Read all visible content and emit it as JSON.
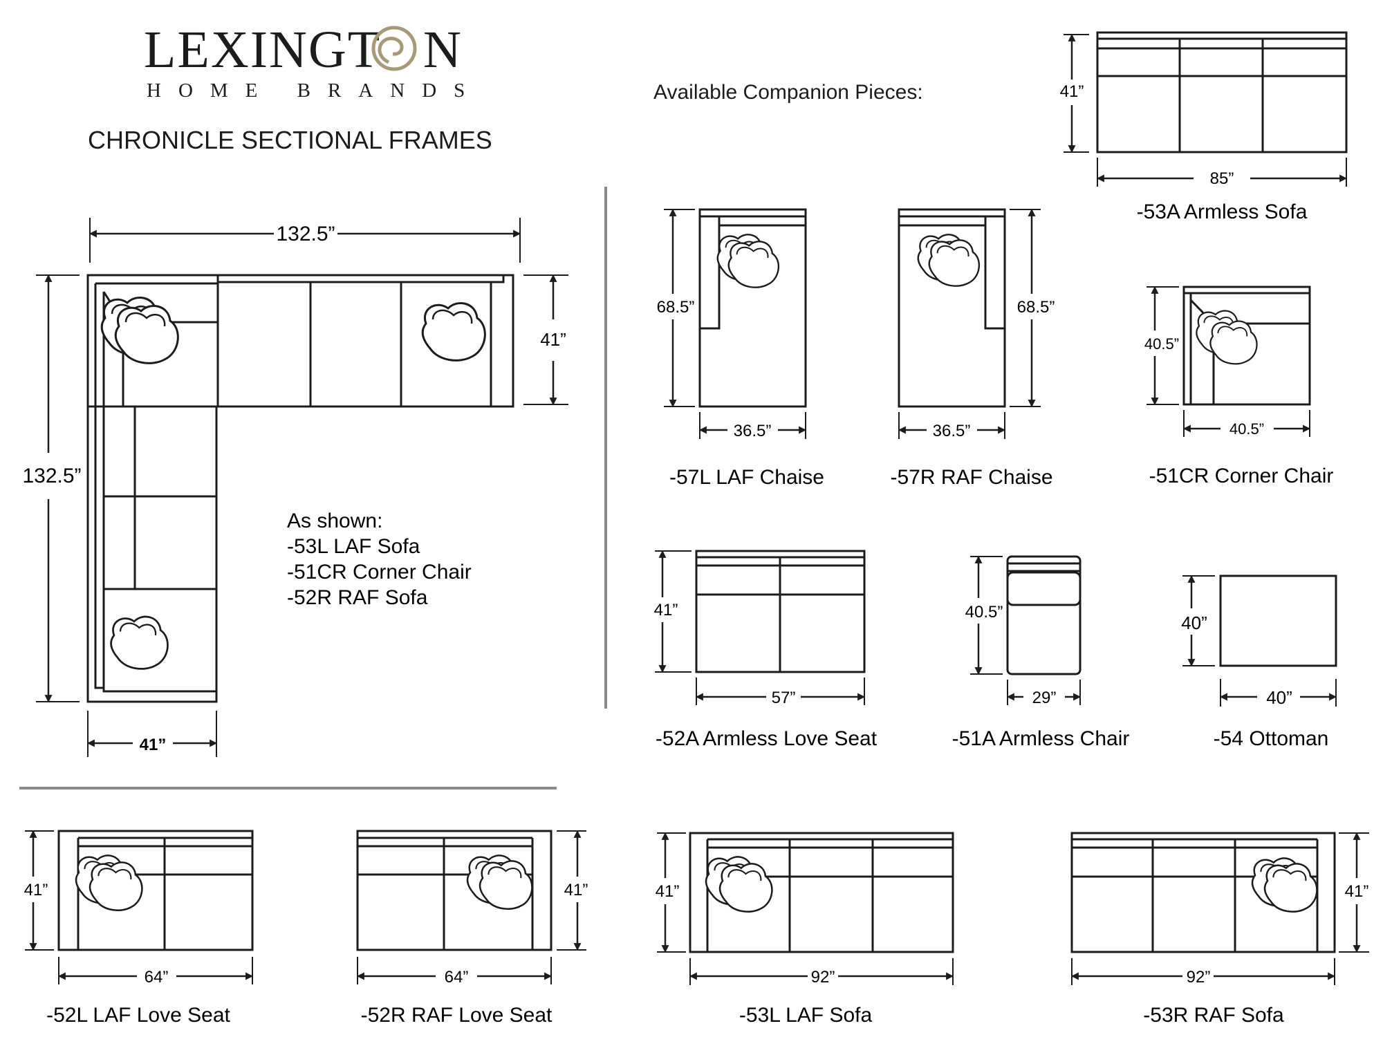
{
  "brand": {
    "logo_text_left": "LEXINGT",
    "logo_text_right": "N",
    "logo_subtitle": "HOME BRANDS",
    "accent_color": "#a99a76"
  },
  "title": "CHRONICLE SECTIONAL FRAMES",
  "companion_heading": "Available Companion Pieces:",
  "as_shown": {
    "heading": "As shown:",
    "items": [
      "-53L LAF Sofa",
      "-51CR Corner Chair",
      "-52R RAF Sofa"
    ]
  },
  "main_sectional": {
    "width_label": "132.5”",
    "depth_label": "132.5”",
    "sofa_depth_label": "41”",
    "arm_depth_label": "41”"
  },
  "pieces": [
    {
      "code": "53a",
      "name": "-53A Armless Sofa",
      "w": "85”",
      "h": "41”"
    },
    {
      "code": "57l",
      "name": "-57L LAF Chaise",
      "w": "36.5”",
      "h": "68.5”"
    },
    {
      "code": "57r",
      "name": "-57R RAF Chaise",
      "w": "36.5”",
      "h": "68.5”"
    },
    {
      "code": "51cr",
      "name": "-51CR Corner Chair",
      "w": "40.5”",
      "h": "40.5”"
    },
    {
      "code": "52a",
      "name": "-52A Armless Love Seat",
      "w": "57”",
      "h": "41”"
    },
    {
      "code": "51a",
      "name": "-51A Armless Chair",
      "w": "29”",
      "h": "40.5”"
    },
    {
      "code": "54",
      "name": "-54 Ottoman",
      "w": "40”",
      "h": "40”"
    },
    {
      "code": "52l",
      "name": "-52L LAF Love Seat",
      "w": "64”",
      "h": "41”"
    },
    {
      "code": "52r",
      "name": "-52R RAF Love Seat",
      "w": "64”",
      "h": "41”"
    },
    {
      "code": "53l",
      "name": "-53L LAF Sofa",
      "w": "92”",
      "h": "41”"
    },
    {
      "code": "53r",
      "name": "-53R RAF Sofa",
      "w": "92”",
      "h": "41”"
    }
  ]
}
